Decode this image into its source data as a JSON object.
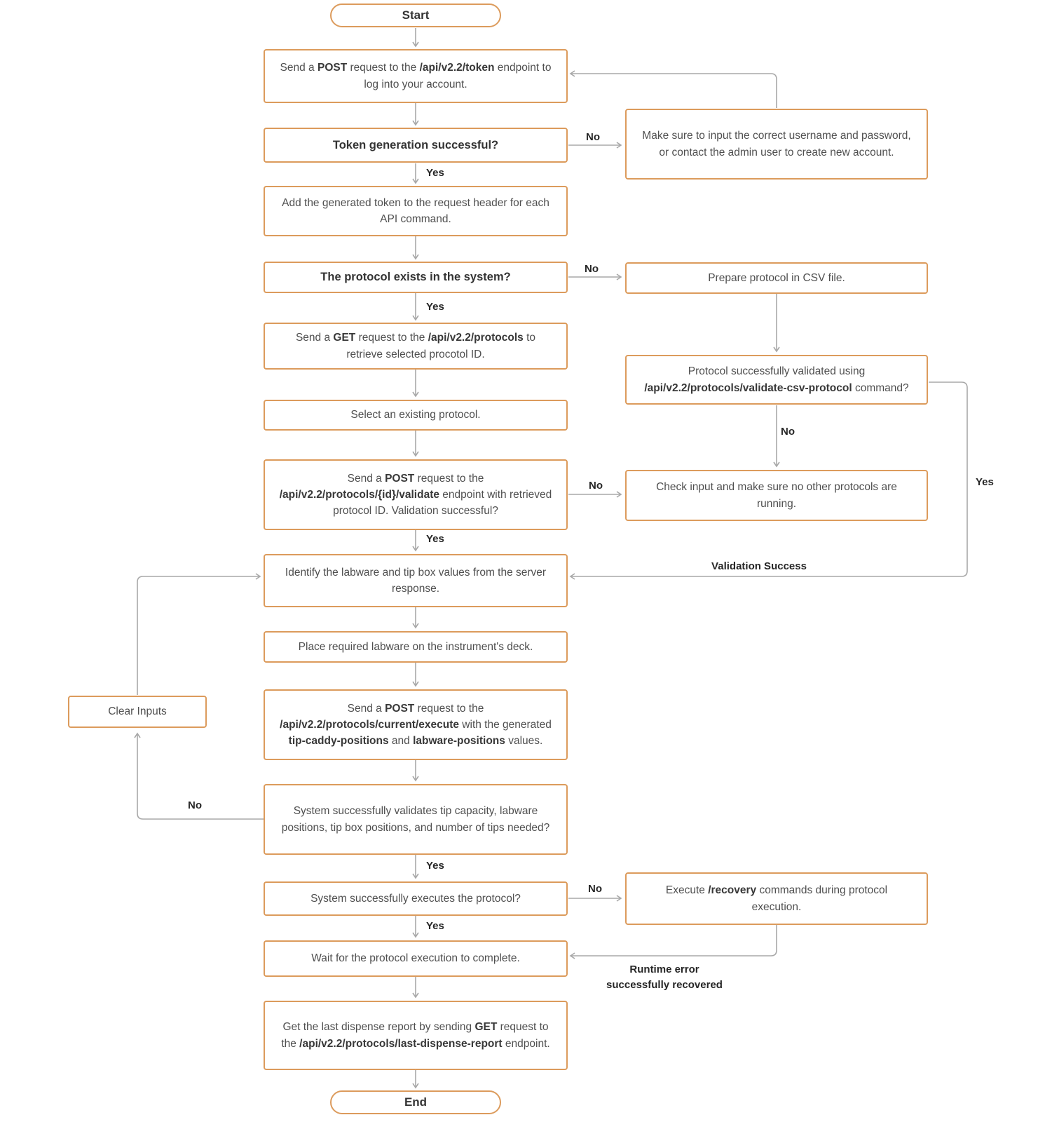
{
  "colors": {
    "box_border": "#dc9b5c",
    "arrow": "#a8a8a8",
    "text": "#4f4f4f",
    "bold_text": "#383838",
    "label": "#262626"
  },
  "terminals": {
    "start": "Start",
    "end": "End"
  },
  "nodes": {
    "post_token": {
      "parts": [
        {
          "t": "Send a ",
          "b": 0
        },
        {
          "t": "POST",
          "b": 1
        },
        {
          "t": " request to the ",
          "b": 0
        },
        {
          "t": "/api/v2.2/token",
          "b": 1
        },
        {
          "t": " endpoint to log into your account.",
          "b": 0
        }
      ]
    },
    "token_success_q": {
      "parts": [
        {
          "t": "Token generation successful?",
          "b": 1
        }
      ]
    },
    "fix_credentials": {
      "parts": [
        {
          "t": "Make sure to input the correct username and password, or contact the admin user to create new account.",
          "b": 0
        }
      ]
    },
    "add_token_header": {
      "parts": [
        {
          "t": "Add the generated token to the request header for each API command.",
          "b": 0
        }
      ]
    },
    "protocol_exists_q": {
      "parts": [
        {
          "t": "The protocol exists in the system?",
          "b": 1
        }
      ]
    },
    "prepare_csv": {
      "parts": [
        {
          "t": "Prepare protocol in CSV file.",
          "b": 0
        }
      ]
    },
    "get_protocols": {
      "parts": [
        {
          "t": "Send a ",
          "b": 0
        },
        {
          "t": "GET",
          "b": 1
        },
        {
          "t": " request to the ",
          "b": 0
        },
        {
          "t": "/api/v2.2/protocols",
          "b": 1
        },
        {
          "t": " to retrieve selected procotol ID.",
          "b": 0
        }
      ]
    },
    "csv_validate_q": {
      "parts": [
        {
          "t": "Protocol successfully validated using ",
          "b": 0
        },
        {
          "t": "/api/v2.2/protocols/validate-csv-protocol",
          "b": 1
        },
        {
          "t": " command?",
          "b": 0
        }
      ]
    },
    "select_protocol": {
      "parts": [
        {
          "t": "Select an existing protocol.",
          "b": 0
        }
      ]
    },
    "post_validate": {
      "parts": [
        {
          "t": "Send a ",
          "b": 0
        },
        {
          "t": "POST",
          "b": 1
        },
        {
          "t": " request to the ",
          "b": 0
        },
        {
          "t": "/api/v2.2/protocols/{id}/validate",
          "b": 1
        },
        {
          "t": " endpoint with retrieved protocol ID. Validation successful?",
          "b": 0
        }
      ]
    },
    "check_input": {
      "parts": [
        {
          "t": "Check input and make sure no other protocols are running.",
          "b": 0
        }
      ]
    },
    "identify_labware": {
      "parts": [
        {
          "t": "Identify the labware and tip box values from the server response.",
          "b": 0
        }
      ]
    },
    "place_labware": {
      "parts": [
        {
          "t": "Place required labware on the instrument's deck.",
          "b": 0
        }
      ]
    },
    "clear_inputs": {
      "parts": [
        {
          "t": "Clear Inputs",
          "b": 0
        }
      ]
    },
    "post_execute": {
      "parts": [
        {
          "t": "Send a ",
          "b": 0
        },
        {
          "t": "POST",
          "b": 1
        },
        {
          "t": " request to the ",
          "b": 0
        },
        {
          "t": "/api/v2.2/protocols/current/execute",
          "b": 1
        },
        {
          "t": " with the generated ",
          "b": 0
        },
        {
          "t": "tip-caddy-positions",
          "b": 1
        },
        {
          "t": " and ",
          "b": 0
        },
        {
          "t": "labware-positions",
          "b": 1
        },
        {
          "t": " values.",
          "b": 0
        }
      ]
    },
    "system_validates_q": {
      "parts": [
        {
          "t": "System successfully validates tip capacity, labware positions, tip box positions, and number of tips needed?",
          "b": 0
        }
      ]
    },
    "system_executes_q": {
      "parts": [
        {
          "t": "System successfully executes the protocol?",
          "b": 0
        }
      ]
    },
    "recovery": {
      "parts": [
        {
          "t": "Execute ",
          "b": 0
        },
        {
          "t": "/recovery",
          "b": 1
        },
        {
          "t": " commands during protocol execution.",
          "b": 0
        }
      ]
    },
    "wait_complete": {
      "parts": [
        {
          "t": "Wait for the protocol execution to complete.",
          "b": 0
        }
      ]
    },
    "get_report": {
      "parts": [
        {
          "t": "Get the last dispense report by sending ",
          "b": 0
        },
        {
          "t": "GET",
          "b": 1
        },
        {
          "t": " request to the ",
          "b": 0
        },
        {
          "t": "/api/v2.2/protocols/last-dispense-report",
          "b": 1
        },
        {
          "t": " endpoint.",
          "b": 0
        }
      ]
    }
  },
  "edge_labels": {
    "token_yes": "Yes",
    "token_no": "No",
    "exists_yes": "Yes",
    "exists_no": "No",
    "csv_no": "No",
    "csv_yes": "Yes",
    "validation_success": "Validation Success",
    "validate_no": "No",
    "validate_yes": "Yes",
    "sysval_no": "No",
    "sysval_yes": "Yes",
    "sysexec_no": "No",
    "sysexec_yes": "Yes",
    "runtime_recovered": "Runtime error successfully recovered"
  }
}
